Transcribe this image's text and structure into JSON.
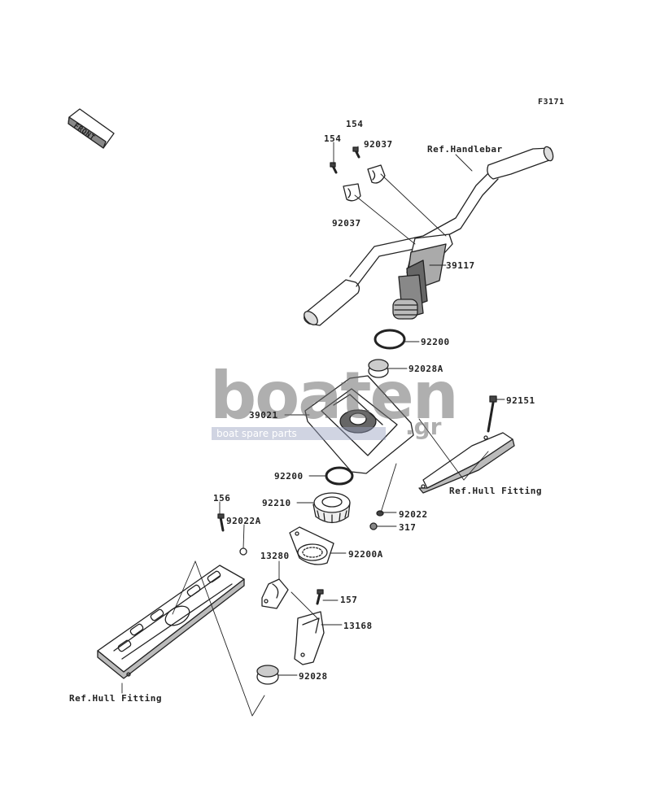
{
  "diagram": {
    "figure_code": "F3171",
    "front_label": "FRONT",
    "parts": [
      {
        "id": "p154a",
        "label": "154"
      },
      {
        "id": "p154b",
        "label": "154"
      },
      {
        "id": "p92037a",
        "label": "92037"
      },
      {
        "id": "p92037b",
        "label": "92037"
      },
      {
        "id": "pHandlebar",
        "label": "Ref.Handlebar"
      },
      {
        "id": "p39117",
        "label": "39117"
      },
      {
        "id": "p92200a",
        "label": "92200"
      },
      {
        "id": "p92028A",
        "label": "92028A"
      },
      {
        "id": "p92151",
        "label": "92151"
      },
      {
        "id": "p39021",
        "label": "39021"
      },
      {
        "id": "pHullR",
        "label": "Ref.Hull Fitting"
      },
      {
        "id": "p92200b",
        "label": "92200"
      },
      {
        "id": "p92210",
        "label": "92210"
      },
      {
        "id": "p92022",
        "label": "92022"
      },
      {
        "id": "p156",
        "label": "156"
      },
      {
        "id": "p92022A",
        "label": "92022A"
      },
      {
        "id": "p317",
        "label": "317"
      },
      {
        "id": "p13280",
        "label": "13280"
      },
      {
        "id": "p92200A",
        "label": "92200A"
      },
      {
        "id": "p157",
        "label": "157"
      },
      {
        "id": "p13168",
        "label": "13168"
      },
      {
        "id": "p92028",
        "label": "92028"
      },
      {
        "id": "pHullL",
        "label": "Ref.Hull Fitting"
      }
    ]
  },
  "watermark": {
    "main": "boaten",
    "sub": "boat spare parts",
    "tld": ".gr"
  }
}
